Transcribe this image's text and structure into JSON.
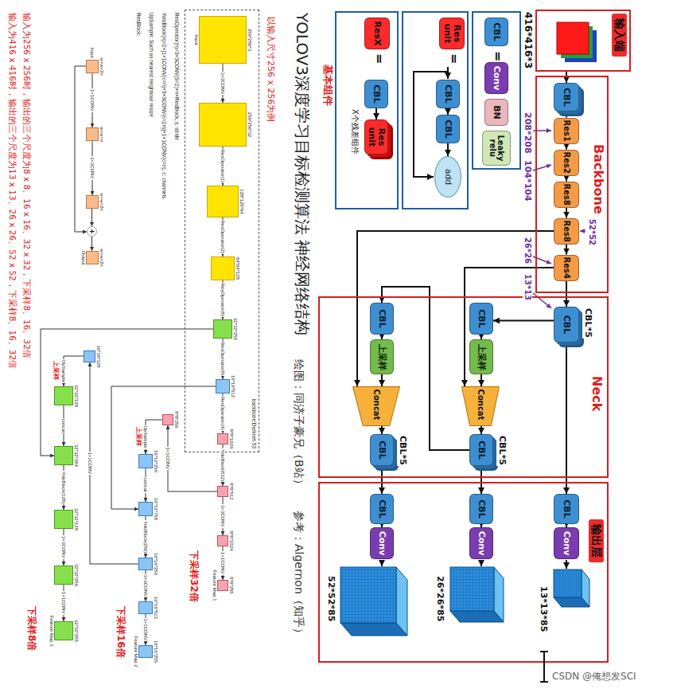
{
  "diagram": {
    "title": "YOLOV3深度学习目标检测算法 神经网络结构",
    "nodes": [
      {
        "text": [
          "输入端"
        ]
      },
      {
        "text": [
          "Backbone"
        ]
      },
      {
        "text": [
          "CBL"
        ],
        "in": 1
      },
      {
        "text": [
          "Res1"
        ],
        "in": 1
      },
      {
        "text": [
          "Res2"
        ],
        "in": 1
      },
      {
        "text": [
          "Res8"
        ],
        "in": 1
      },
      {
        "text": [
          "Res8"
        ],
        "in": 1
      },
      {
        "text": [
          "Res4"
        ],
        "in": 1
      },
      {
        "text": [
          "Neck"
        ]
      },
      {
        "text": [
          "CBL"
        ],
        "in": 8
      },
      {
        "text": [
          "CBL"
        ],
        "in": 8
      },
      {
        "text": [
          "上采样"
        ],
        "in": 8
      },
      {
        "text": [
          "Concat"
        ],
        "in": 8
      },
      {
        "text": [
          "CBL"
        ],
        "in": 8
      },
      {
        "text": [
          "CBL"
        ],
        "in": 8
      },
      {
        "text": [
          "上采样"
        ],
        "in": 8
      },
      {
        "text": [
          "Concat"
        ],
        "in": 8
      },
      {
        "text": [
          "CBL"
        ],
        "in": 8
      },
      {
        "text": [
          "输出层"
        ]
      },
      {
        "text": [
          "CBL"
        ],
        "in": 18
      },
      {
        "text": [
          "Conv"
        ],
        "in": 18
      },
      {
        "text": [
          "CBL"
        ],
        "in": 18
      },
      {
        "text": [
          "Conv"
        ],
        "in": 18
      },
      {
        "text": [
          "CBL"
        ],
        "in": 18
      },
      {
        "text": [
          "Conv"
        ],
        "in": 18
      },
      {
        "text": [
          "CBL"
        ]
      },
      {
        "text": [
          "Conv"
        ]
      },
      {
        "text": [
          "BN"
        ]
      },
      {
        "text": [
          "Leaky relu"
        ]
      },
      {
        "text": [
          "Res unit"
        ]
      },
      {
        "text": [
          "CBL"
        ]
      },
      {
        "text": [
          "CBL"
        ]
      },
      {
        "text": [
          "add"
        ]
      },
      {
        "text": [
          "ResX"
        ]
      },
      {
        "text": [
          "CBL"
        ]
      },
      {
        "text": [
          "Res unit"
        ]
      },
      {
        "text": [
          "backbone:Darknet-53"
        ]
      },
      {
        "text": [
          "256*256*3",
          "Input"
        ],
        "in": 36
      },
      {
        "text": [
          "256*256*32"
        ],
        "in": 36
      },
      {
        "text": [
          "128*128*64"
        ],
        "in": 36
      },
      {
        "text": [
          "64*64*128"
        ],
        "in": 36
      },
      {
        "text": [
          "32*32*256"
        ],
        "in": 36
      },
      {
        "text": [
          "16*16*512"
        ],
        "in": 36
      },
      {
        "text": [
          "8*8*1024"
        ],
        "in": 36
      },
      {
        "text": [
          "8*8*512"
        ]
      },
      {
        "text": [
          "8*8*1024"
        ]
      },
      {
        "text": [
          "8*8*255",
          "Feature Map 1"
        ]
      },
      {
        "text": [
          "8*8*256"
        ]
      },
      {
        "text": [
          "16*16*256"
        ]
      },
      {
        "text": [
          "16*16*768"
        ]
      },
      {
        "text": [
          "16*16*256"
        ]
      },
      {
        "text": [
          "16*16*512"
        ]
      },
      {
        "text": [
          "16*16*255",
          "Feature Map 2"
        ]
      },
      {
        "text": [
          "16*16*128"
        ]
      },
      {
        "text": [
          "32*32*128"
        ]
      },
      {
        "text": [
          "32*32*384"
        ]
      },
      {
        "text": [
          "32*32*128"
        ]
      },
      {
        "text": [
          "32*32*256"
        ]
      },
      {
        "text": [
          "32*32*255",
          "Feature Map 3"
        ]
      },
      {
        "text": [
          "w×w×2n",
          "Input"
        ]
      },
      {
        "text": [
          "w×w×n"
        ]
      },
      {
        "text": [
          "w×w×2n"
        ]
      },
      {
        "text": [
          "+"
        ]
      },
      {
        "text": [
          "w×w×2n",
          "Output"
        ]
      }
    ],
    "edges": [
      {
        "from": 0,
        "to": 2,
        "arrow": "to"
      },
      {
        "from": 2,
        "to": 3,
        "arrow": "to"
      },
      {
        "from": 3,
        "to": 4,
        "arrow": "to"
      },
      {
        "from": 4,
        "to": 5,
        "arrow": "to"
      },
      {
        "from": 5,
        "to": 6,
        "arrow": "to"
      },
      {
        "from": 6,
        "to": 7,
        "arrow": "to"
      },
      {
        "from": 7,
        "to": 9,
        "arrow": "to"
      },
      {
        "from": 9,
        "to": 19,
        "arrow": "to"
      },
      {
        "from": 9,
        "to": 10,
        "arrow": "to"
      },
      {
        "from": 10,
        "to": 11,
        "arrow": "to"
      },
      {
        "from": 11,
        "to": 12,
        "arrow": "to"
      },
      {
        "from": 12,
        "to": 13,
        "arrow": "to"
      },
      {
        "from": 13,
        "to": 21,
        "arrow": "to"
      },
      {
        "from": 21,
        "to": 22,
        "arrow": "to"
      },
      {
        "from": 19,
        "to": 20,
        "arrow": "to"
      },
      {
        "from": 7,
        "to": 12,
        "arrow": "to"
      },
      {
        "from": 6,
        "to": 16,
        "arrow": "to"
      },
      {
        "from": 13,
        "to": 14,
        "arrow": "to"
      },
      {
        "from": 14,
        "to": 15,
        "arrow": "to"
      },
      {
        "from": 15,
        "to": 16,
        "arrow": "to"
      },
      {
        "from": 16,
        "to": 17,
        "arrow": "to"
      },
      {
        "from": 17,
        "to": 23,
        "arrow": "to"
      },
      {
        "from": 23,
        "to": 24,
        "arrow": "to"
      },
      {
        "from": 30,
        "to": 31,
        "arrow": "to"
      },
      {
        "from": 31,
        "to": 32,
        "arrow": "to"
      },
      {
        "from": 34,
        "to": 35,
        "arrow": "to"
      },
      {
        "from": 37,
        "to": 38,
        "label": "3×3CONV",
        "arrow": "to"
      },
      {
        "from": 38,
        "to": 39,
        "label": "ResOperator(1)",
        "arrow": "to"
      },
      {
        "from": 39,
        "to": 40,
        "label": "ResOperator(2)",
        "arrow": "to"
      },
      {
        "from": 40,
        "to": 41,
        "label": "ResOperator(8)",
        "arrow": "to"
      },
      {
        "from": 41,
        "to": 42,
        "label": "ResOperator(8)",
        "arrow": "to"
      },
      {
        "from": 42,
        "to": 43,
        "label": "ResOperator(4)",
        "arrow": "to"
      },
      {
        "from": 43,
        "to": 44,
        "label": "YoloBlock(512)",
        "arrow": "to"
      },
      {
        "from": 44,
        "to": 45,
        "label": "3×3CONV",
        "arrow": "to"
      },
      {
        "from": 45,
        "to": 46,
        "label": "1×1CONV",
        "arrow": "to"
      },
      {
        "from": 44,
        "to": 47,
        "label": "1×1CONV",
        "arrow": "to"
      },
      {
        "from": 47,
        "to": 48,
        "label": "UpSample",
        "arrow": "to"
      },
      {
        "from": 48,
        "to": 49,
        "label": "concat",
        "arrow": "to"
      },
      {
        "from": 42,
        "to": 49,
        "arrow": "to"
      },
      {
        "from": 49,
        "to": 50,
        "label": "YoloBlock(256)",
        "arrow": "to"
      },
      {
        "from": 50,
        "to": 51,
        "label": "3×3CONV",
        "arrow": "to"
      },
      {
        "from": 51,
        "to": 52,
        "label": "1×1CONV",
        "arrow": "to"
      },
      {
        "from": 50,
        "to": 53,
        "label": "1×1CONV",
        "arrow": "to"
      },
      {
        "from": 53,
        "to": 54,
        "label": "UpSample",
        "arrow": "to"
      },
      {
        "from": 54,
        "to": 55,
        "label": "concat",
        "arrow": "to"
      },
      {
        "from": 41,
        "to": 55,
        "arrow": "to"
      },
      {
        "from": 55,
        "to": 56,
        "label": "YoloBlock(128)",
        "arrow": "to"
      },
      {
        "from": 56,
        "to": 57,
        "label": "3×3CONV",
        "arrow": "to"
      },
      {
        "from": 57,
        "to": 58,
        "label": "1×1CONV",
        "arrow": "to"
      },
      {
        "from": 59,
        "to": 60,
        "label": "1×1CONV",
        "arrow": "to"
      },
      {
        "from": 60,
        "to": 61,
        "label": "3×3CONV",
        "arrow": "to"
      },
      {
        "from": 61,
        "to": 62,
        "arrow": "to"
      },
      {
        "from": 62,
        "to": 63,
        "arrow": "to"
      },
      {
        "from": 59,
        "to": 62,
        "arrow": "to"
      }
    ],
    "labels": [
      "416*416*3",
      "208*208",
      "104*104",
      "52*52",
      "26*26",
      "13*13",
      "CBL*5",
      "CBL*5",
      "CBL*5",
      "13*13*85",
      "26*26*85",
      "52*52*85",
      "=",
      "=",
      "=",
      "X个残差组件",
      "基本组件",
      "绘图：同济子豪兄（B站）",
      "参考：Algernon（知乎）",
      "以输入尺寸256 x 256为例",
      "ResOperator(n)=3×3CONV(S=2)+n×ResBlock, s: stride",
      "YoloBlock(n)=2×[1×1CONV(c=n)+3×3CONV(c=2n)]+1×1CONV(c=n), c: channels",
      "UpSample: Such as nearest neighbour resize",
      "ResBlock:",
      "上采样",
      "上采样",
      "下采样32倍",
      "下采样16倍",
      "下采样8倍",
      "输入为256 x 256时，输出的三个尺度为8 x 8、16 x 16、32 x 32，下采样8、16、32倍",
      "输入为416 x 416时，输出的三个尺度为13 x 13、26 x 26、52 x 52，下采样8、16、32倍",
      "CSDN @俺想发SCI"
    ]
  }
}
